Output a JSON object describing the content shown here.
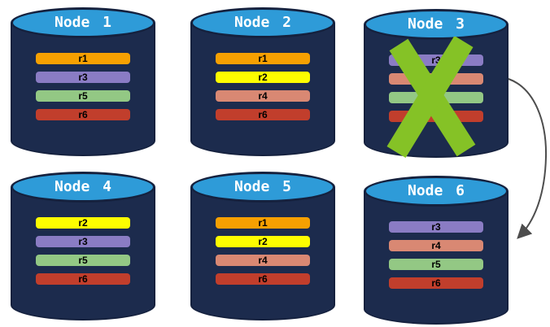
{
  "colors": {
    "background": "#FFFFFF",
    "cylinder_body": "#1C2B4D",
    "cylinder_top": "#2E9BD8",
    "cylinder_border": "#15213E",
    "node_title_text": "#FFFFFF",
    "replica_label_text": "#000000",
    "failure_x": "#85C226",
    "arrow": "#4D4D4D"
  },
  "nodes": [
    {
      "title": "Node 1",
      "failed": false,
      "replicas": [
        {
          "label": "r1",
          "color": "#F6A001"
        },
        {
          "label": "r3",
          "color": "#8A7CC4"
        },
        {
          "label": "r5",
          "color": "#93C884"
        },
        {
          "label": "r6",
          "color": "#C13E2C"
        }
      ]
    },
    {
      "title": "Node 2",
      "failed": false,
      "replicas": [
        {
          "label": "r1",
          "color": "#F6A001"
        },
        {
          "label": "r2",
          "color": "#FDFD00"
        },
        {
          "label": "r4",
          "color": "#D98873"
        },
        {
          "label": "r6",
          "color": "#C13E2C"
        }
      ]
    },
    {
      "title": "Node 3",
      "failed": true,
      "replicas": [
        {
          "label": "r3",
          "color": "#8A7CC4"
        },
        {
          "label": "",
          "color": "#D98873"
        },
        {
          "label": "",
          "color": "#93C884"
        },
        {
          "label": "",
          "color": "#C13E2C"
        }
      ]
    },
    {
      "title": "Node 4",
      "failed": false,
      "replicas": [
        {
          "label": "r2",
          "color": "#FDFD00"
        },
        {
          "label": "r3",
          "color": "#8A7CC4"
        },
        {
          "label": "r5",
          "color": "#93C884"
        },
        {
          "label": "r6",
          "color": "#C13E2C"
        }
      ]
    },
    {
      "title": "Node 5",
      "failed": false,
      "replicas": [
        {
          "label": "r1",
          "color": "#F6A001"
        },
        {
          "label": "r2",
          "color": "#FDFD00"
        },
        {
          "label": "r4",
          "color": "#D98873"
        },
        {
          "label": "r6",
          "color": "#C13E2C"
        }
      ]
    },
    {
      "title": "Node 6",
      "failed": false,
      "replicas": [
        {
          "label": "r3",
          "color": "#8A7CC4"
        },
        {
          "label": "r4",
          "color": "#D98873"
        },
        {
          "label": "r5",
          "color": "#93C884"
        },
        {
          "label": "r6",
          "color": "#C13E2C"
        }
      ]
    }
  ]
}
